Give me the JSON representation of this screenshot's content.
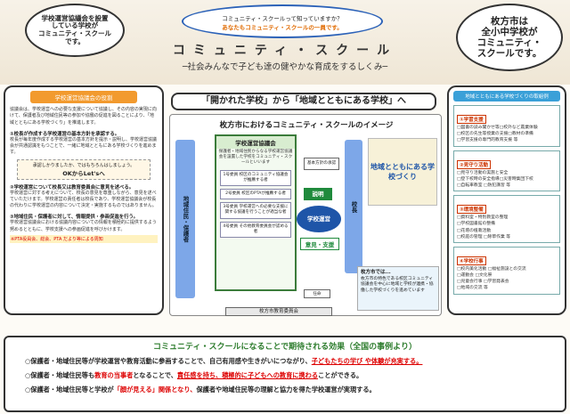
{
  "header": {
    "cloud_left": {
      "line1": "学校運営協議会を設置",
      "line2": "している学校が",
      "line3": "コミュニティ・スクール",
      "line4": "です。"
    },
    "cloud_right": {
      "line1": "枚方市は",
      "line2": "全小中学校が",
      "line3": "コミュニティ・",
      "line4": "スクールです。"
    },
    "question": "コミュニティ・スクールって知っていますか？",
    "answer": "あなたもコミュニティ・スクールの一員です。",
    "title": "コミュニティ・スクール",
    "subtitle": "─社会みんなで子ども達の健やかな育成をするしくみ─"
  },
  "left": {
    "tag": "学校運営協議会の役割",
    "intro": "協議会は、学校運営への必要な支援について協議し、その内容の実現に向けて、保護者及び地域住民等の参加や協働の促進を図ることにより、「地域とともにある学校づくり」を推進します。",
    "s1_head": "①校長が作成する学校運営の基本方針を承認する。",
    "s1_text": "校長が毎年度作成する学校運営の基本方針を提示・説明し、学校運営協議会が共通認識をもつことで、一緒に地域とともにある学校づくりを進めます。",
    "note_q": "承認しかりましたか、ではもちろんはしましょう。",
    "note_a": "OKからLet'sへ",
    "s2_head": "②学校運営について校長又は教育委員会に意見を述べる。",
    "s2_text": "学校運営に対する考えについて、校長の意見を尊重しながら、意見を述べていただけます。学校運営の責任者は校長であり、学校運営協議会が校長の代わりに学校運営の内容について決定・実施するものではありません。",
    "s3_head": "③地域住民・保護者に対して、情報提供・参画促進を行う。",
    "s3_text": "学校運営協議会における協議内容についての情報を積極的に提供するよう努めるとともに、学校支援への参画促進を呼びかけます。",
    "red_note": "※PTA役員会、総会、PTA だより等による周知"
  },
  "center": {
    "banner": "「開かれた学校」から「地域とともにある学校」へ",
    "title": "枚方市におけるコミュニティ・スクールのイメージ",
    "residents_label": "地域住民・保護者",
    "principal_label": "校長",
    "council_title": "学校運営協議会",
    "council_sub": "保護者・地域住民からなる学校運営協議会を設置した学校をコミュニティ・スクールといいます",
    "item1": "1号委員 校区のコミュニティ協議会が推薦する者",
    "item2": "2号委員 校区のPTAが推薦する者",
    "item3": "3号委員 学校運営への必要な支援に関する協議を行うことが適当な者",
    "item4": "4号委員 その他教育委員会が認める者",
    "approve": "基本方針の承認",
    "explain_label": "説明",
    "support_label": "学校運営",
    "opinion_label": "意見・支援",
    "ground_title": "地域とともにある学校づくり",
    "ek_title": "枚方市では...",
    "ek_text": "枚方市の特色である校区コミュニティ協議会を中心に地域と学校が連携・協働した学校づくりを進めています",
    "office": "枚方市教育委員会",
    "appoint": "任命"
  },
  "right": {
    "tag": "地域とともにある学校づくりの取組例",
    "cats": [
      {
        "title": "①学習支援",
        "items": [
          "□図書の読み聞かせ等□校外など農業体験",
          "□校区の先生等授業の支援□教材の準備",
          "□学習支援の専門的教育支援 等"
        ]
      },
      {
        "title": "②見守り活動",
        "items": [
          "□見守り活動の実施と安全",
          "□登下校時の安全指導□災害時集団下校",
          "□自転車教室 □防犯講習 等"
        ]
      },
      {
        "title": "③環境整備",
        "items": [
          "□資料室・特別教室の整理",
          "□学校図書館の整備",
          "□花壇の植栽活動",
          "□校庭の管理 □除草作業 等"
        ]
      },
      {
        "title": "④学校行事",
        "items": [
          "□校内美化活動 □福祉施設との交流",
          "□運動会 □文化祭",
          "□児童会行事 □学習発表会",
          "□地域の交流 等"
        ]
      }
    ]
  },
  "bottom": {
    "title": "コミュニティ・スクールになることで期待される効果（全国の事例より）",
    "l1a": "○保護者・地域住民等が学校運営や教育活動に参画することで、自己有用感や生きがいにつながり、",
    "l1b": "子どもたちの学び や体験が充実する。",
    "l2a": "○保護者・地域住民等も",
    "l2b": "教育の当事者",
    "l2c": "となることで、",
    "l2d": "責任感を持ち、積極的に子どもへの教育に携わる",
    "l2e": "ことができる。",
    "l3a": "○保護者・地域住民等と学校が",
    "l3b": "「顔が見える」関係となり、",
    "l3c": "保護者や地域住民等の理解と協力を得た学校運営が実現する。"
  }
}
